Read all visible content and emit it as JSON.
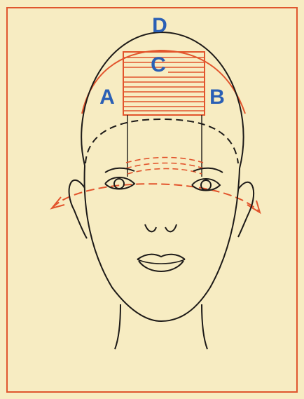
{
  "labels": {
    "a": "A",
    "b": "B",
    "c": "C",
    "d": "D"
  },
  "colors": {
    "paper": "#f7ecc2",
    "frame": "#e0562e",
    "ink": "#1d1a18",
    "red": "#e2542c",
    "blue": "#2a5fb5"
  },
  "icons": [
    "left-arrow-icon",
    "right-arrow-icon"
  ]
}
